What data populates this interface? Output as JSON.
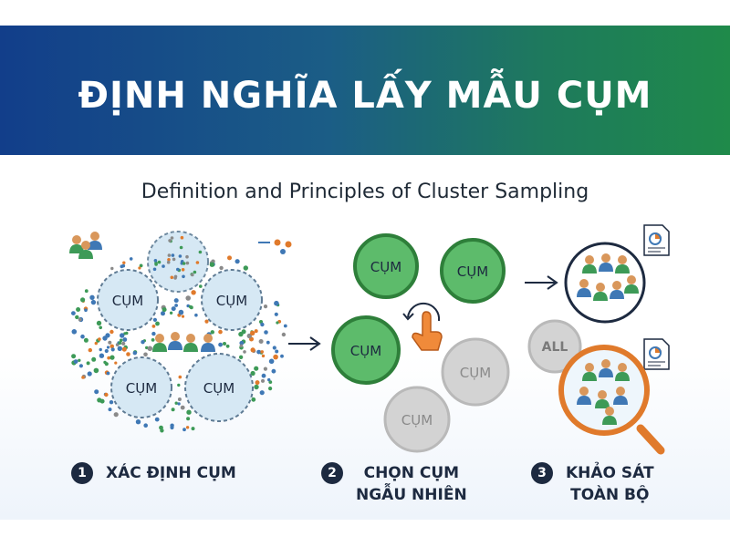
{
  "header": {
    "title": "ĐỊNH NGHĨA LẤY MẪU CỤM"
  },
  "subtitle": "Definition and Principles of Cluster Sampling",
  "panel1": {
    "clusters": [
      "CỤM",
      "CỤM",
      "CỤM",
      "CỤM"
    ]
  },
  "panel2": {
    "selected_clusters": [
      "CỤM",
      "CỤM",
      "CỤM"
    ],
    "unselected_clusters": [
      "CỤM",
      "CỤM"
    ]
  },
  "panel3": {
    "all_label": "ALL"
  },
  "steps": [
    {
      "number": "1",
      "lines": [
        "XÁC ĐỊNH CỤM"
      ]
    },
    {
      "number": "2",
      "lines": [
        "CHỌN CỤM",
        "NGẪU NHIÊN"
      ]
    },
    {
      "number": "3",
      "lines": [
        "KHẢO SÁT",
        "TOÀN BỘ"
      ]
    }
  ],
  "colors": {
    "banner_start": "#123e8a",
    "banner_end": "#1f8a4a",
    "green_selected": "#2e8b3a",
    "gray_unselected": "#c9c9c9",
    "dark_navy": "#1d2a40",
    "orange_accent": "#e07a2b"
  },
  "icons": [
    "people-group-icon",
    "dots-trail-icon",
    "arrow-right-icon",
    "hand-pointer-icon",
    "rotate-arrow-icon",
    "document-chart-icon",
    "magnifier-icon"
  ]
}
